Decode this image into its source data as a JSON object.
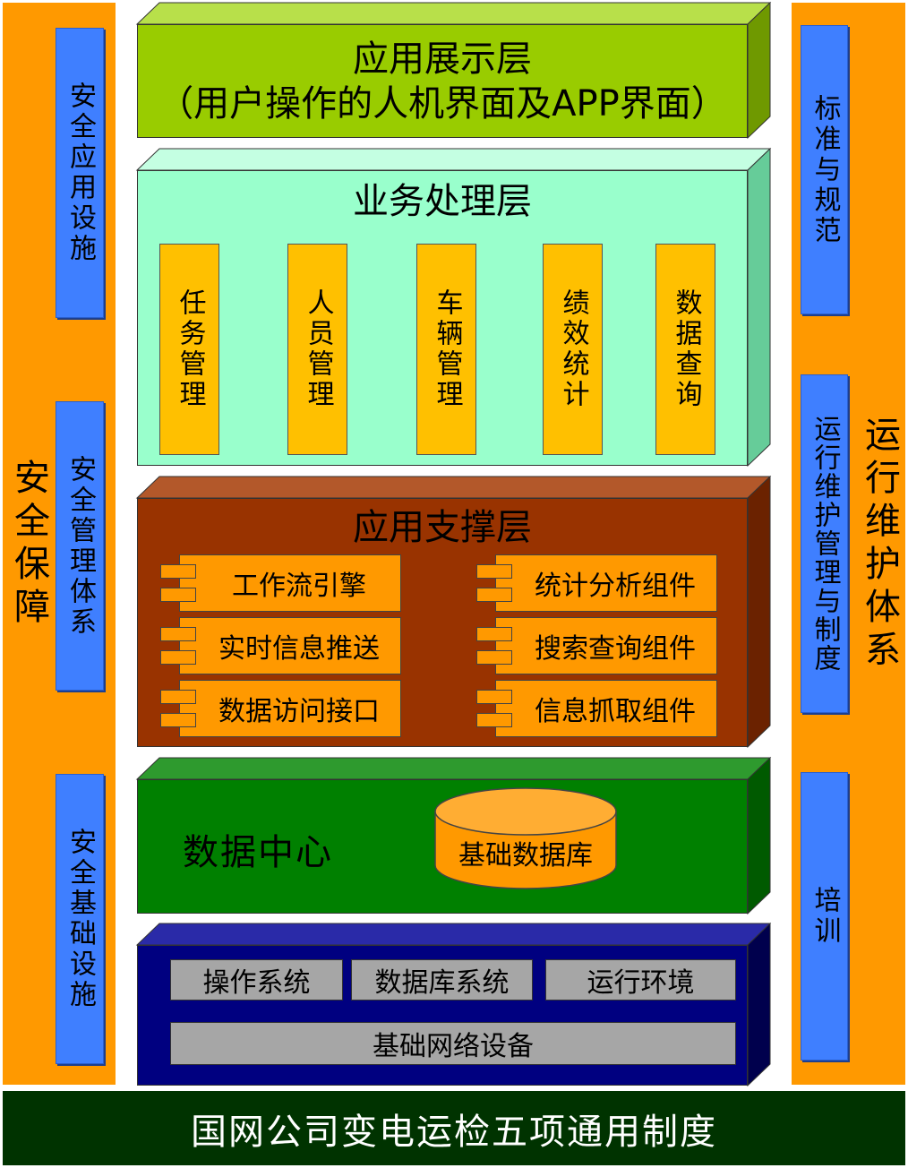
{
  "left": {
    "pillar_label": "安全保障",
    "boxes": [
      "安全应用设施",
      "安全管理体系",
      "安全基础设施"
    ]
  },
  "right": {
    "pillar_label": "运行维护体系",
    "boxes": [
      "标准与规范",
      "运行维护管理与制度",
      "培训"
    ]
  },
  "layers": {
    "presentation": {
      "title": "应用展示层",
      "subtitle": "（用户操作的人机界面及APP界面）"
    },
    "business": {
      "title": "业务处理层",
      "modules": [
        "任务管理",
        "人员管理",
        "车辆管理",
        "绩效统计",
        "数据查询"
      ]
    },
    "support": {
      "title": "应用支撑层",
      "components_left": [
        "工作流引擎",
        "实时信息推送",
        "数据访问接口"
      ],
      "components_right": [
        "统计分析组件",
        "搜索查询组件",
        "信息抓取组件"
      ]
    },
    "data_center": {
      "title": "数据中心",
      "database": "基础数据库"
    },
    "infrastructure": {
      "items": [
        "操作系统",
        "数据库系统",
        "运行环境"
      ],
      "network": "基础网络设备"
    }
  },
  "footer": "国网公司变电运检五项通用制度",
  "colors": {
    "pillar": "#ff9900",
    "blue_box": "#3f7fff",
    "presentation": "#99cc00",
    "business": "#99ffcc",
    "support": "#993300",
    "data_center": "#008000",
    "infrastructure": "#000080",
    "footer": "#003300"
  }
}
